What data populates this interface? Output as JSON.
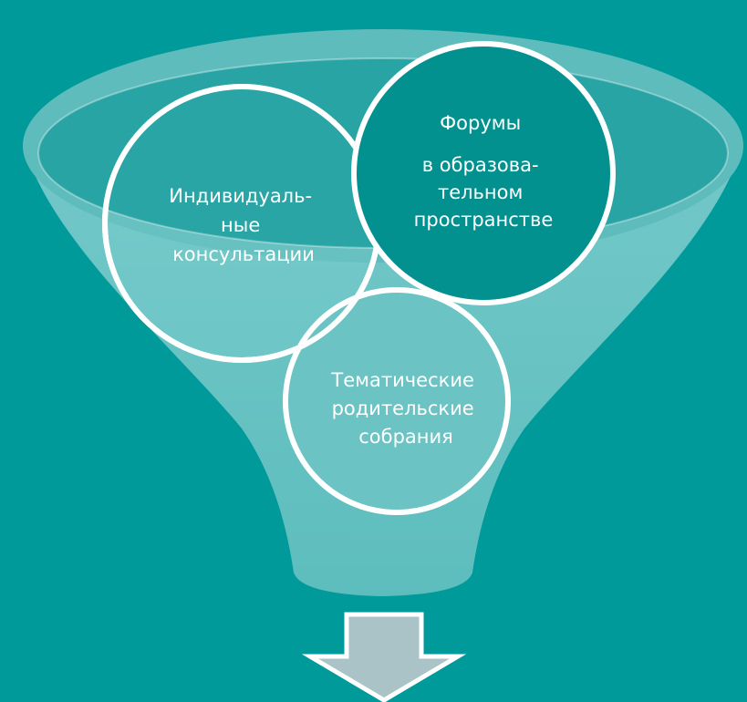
{
  "diagram": {
    "type": "funnel",
    "circles": [
      {
        "id": "individual",
        "lines": [
          "Индивидуаль-",
          "ные",
          "консультации"
        ]
      },
      {
        "id": "forums",
        "lines": [
          "Форумы",
          "в образова-",
          "тельном",
          "пространстве"
        ]
      },
      {
        "id": "meetings",
        "lines": [
          "Тематические",
          "родительские",
          "собрания"
        ]
      }
    ]
  },
  "colors": {
    "background": "#009a9a",
    "funnel_fill": "#6cc3c3",
    "funnel_rim": "#5fbcbc",
    "funnel_opening": "#2aa3a3",
    "circle_stroke": "#ffffff",
    "arrow_fill": "#a9c3c6",
    "arrow_stroke": "#ffffff"
  }
}
